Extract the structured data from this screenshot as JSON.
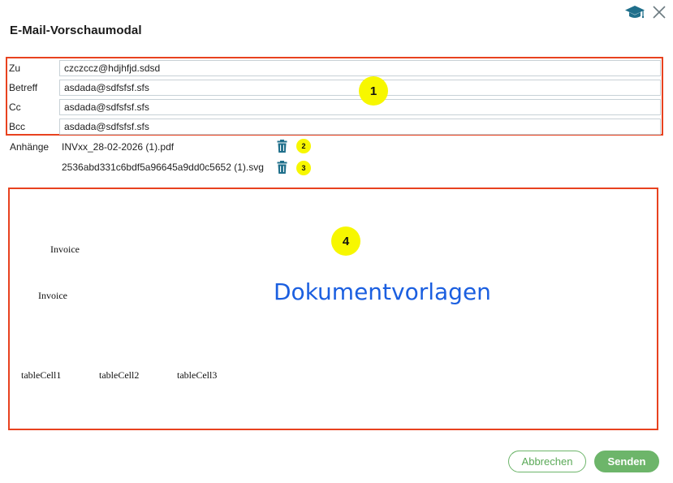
{
  "modal": {
    "title": "E-Mail-Vorschaumodal"
  },
  "header": {
    "help_icon": "graduation-cap-icon",
    "close_icon": "close-icon"
  },
  "fields": [
    {
      "label": "Zu",
      "value": "czczccz@hdjhfjd.sdsd"
    },
    {
      "label": "Betreff",
      "value": "asdada@sdfsfsf.sfs"
    },
    {
      "label": "Cc",
      "value": "asdada@sdfsfsf.sfs"
    },
    {
      "label": "Bcc",
      "value": "asdada@sdfsfsf.sfs"
    }
  ],
  "attachments": {
    "label": "Anhänge",
    "items": [
      {
        "name": "INVxx_28-02-2026 (1).pdf",
        "icon": "trash-icon"
      },
      {
        "name": "2536abd331c6bdf5a96645a9dd0c5652 (1).svg",
        "icon": "trash-icon"
      }
    ]
  },
  "preview": {
    "invoice_1": "Invoice",
    "invoice_2": "Invoice",
    "placeholder": "Dokumentvorlagen",
    "cells": [
      "tableCell1",
      "tableCell2",
      "tableCell3"
    ]
  },
  "annotations": {
    "badge_1": "1",
    "badge_2": "2",
    "badge_3": "3",
    "badge_4": "4"
  },
  "buttons": {
    "cancel": "Abbrechen",
    "send": "Senden"
  },
  "colors": {
    "highlight_border": "#e8421f",
    "badge": "#f7f700",
    "accent_green": "#6db56a",
    "icon_teal": "#1f6f8b",
    "template_blue": "#1b5fe0"
  }
}
